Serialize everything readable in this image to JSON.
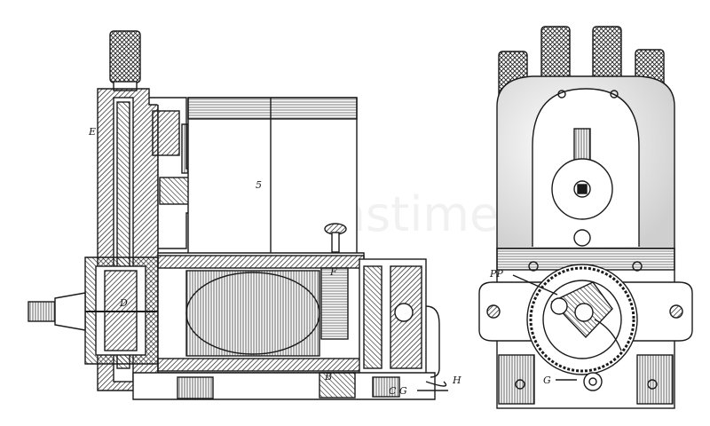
{
  "labels": {
    "E": "E",
    "D": "D",
    "F": "F",
    "B": "B",
    "CG": "C G",
    "H": "H",
    "five": "5",
    "PP": "PP",
    "G": "G"
  },
  "watermark": "dreamstime",
  "colors": {
    "ink": "#1a1a1a",
    "paper": "#ffffff",
    "hatch": "#2b2b2b"
  }
}
